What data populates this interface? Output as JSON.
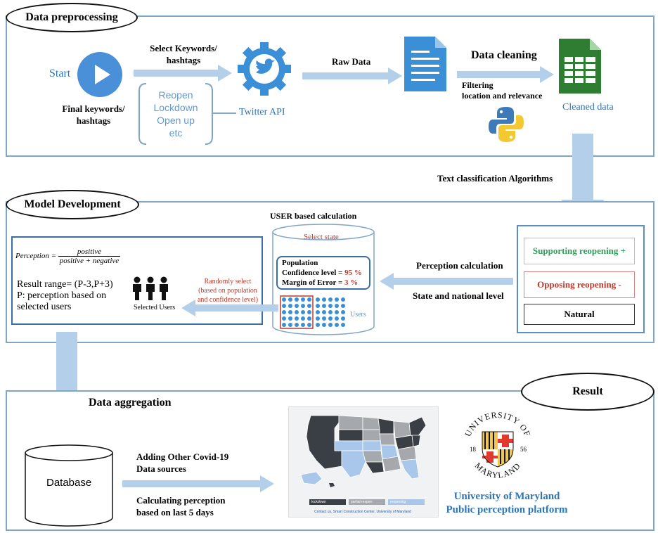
{
  "sections": {
    "preprocessing": "Data preprocessing",
    "model_development": "Model Development",
    "result": "Result",
    "aggregation": "Data aggregation"
  },
  "preprocessing": {
    "start": "Start",
    "select_keywords": [
      "Select Keywords/",
      "hashtags"
    ],
    "final_keywords": [
      "Final keywords/",
      "hashtags"
    ],
    "keywords_list": [
      "Reopen",
      "Lockdown",
      "Open up",
      "etc"
    ],
    "twitter_api": "Twitter API",
    "raw_data": "Raw Data",
    "data_cleaning": "Data cleaning",
    "filtering": [
      "Filtering",
      "location and relevance"
    ],
    "cleaned_data": "Cleaned data"
  },
  "text_classification": "Text classification Algorithms",
  "model": {
    "user_calc_title": "USER based calculation",
    "select_state": "Select state",
    "population": "Population",
    "confidence_label": "Confidence level = ",
    "confidence_value": "95 %",
    "margin_label": "Margin of Error = ",
    "margin_value": "3 %",
    "users": "Users",
    "perception_calc": "Perception calculation",
    "state_national": "State and national level",
    "supporting": "Supporting reopening  +",
    "opposing": "Opposing reopening  -",
    "natural": "Natural",
    "randomly_select": [
      "Randomly select",
      "(based on population",
      "and confidence level)"
    ],
    "selected_users": "Selected Users",
    "formula_lhs": "Perception =",
    "formula_num": "positive",
    "formula_den": "positive + negative",
    "result_range": "Result range= (P-3,P+3)",
    "p_desc": [
      "P: perception based on",
      "selected users"
    ]
  },
  "aggregation": {
    "database": "Database",
    "adding": [
      "Adding Other Covid-19",
      "Data sources"
    ],
    "calculating": [
      "Calculating perception",
      "based on last 5 days"
    ],
    "map_legend": [
      "lockdown",
      "partial reopen",
      "reopening"
    ],
    "map_footer": "Contact us, Smart Construction Center, University of Maryland",
    "umd_name": [
      "University of Maryland",
      "Public perception platform"
    ],
    "umd_seal_top": "UNIVERSITY OF",
    "umd_seal_bottom": "MARYLAND",
    "umd_year_left": "18",
    "umd_year_right": "56"
  },
  "colors": {
    "panel_border": "#7fa7c4",
    "arrow": "#b4cfe9",
    "icon_blue": "#4a90d9",
    "support_green": "#2ea05a",
    "oppose_red": "#c0392b",
    "excel_green": "#2e7d32",
    "map_dark": "#3a3f45",
    "map_gray": "#a5a9ad",
    "map_light": "#a9c7ea"
  }
}
